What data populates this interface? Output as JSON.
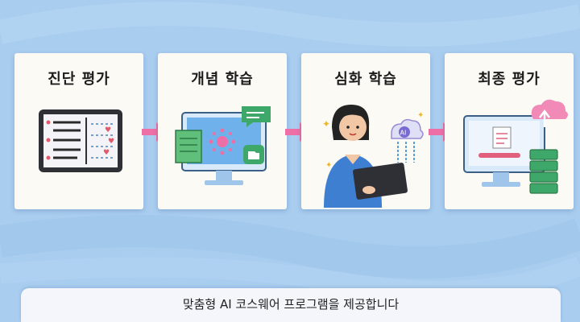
{
  "steps": [
    {
      "title": "진단 평가",
      "icon": "tablet-quiz-icon"
    },
    {
      "title": "개념 학습",
      "icon": "computer-lesson-icon"
    },
    {
      "title": "심화 학습",
      "icon": "student-tablet-ai-icon"
    },
    {
      "title": "최종 평가",
      "icon": "computer-cloud-upload-icon"
    }
  ],
  "caption": "맞춤형 AI 코스웨어 프로그램을 제공합니다",
  "ai_badge": "AI",
  "colors": {
    "background": "#a9cdef",
    "card": "#fbfaf4",
    "arrow": "#ee6fa6",
    "screen_blue": "#6fb1ea",
    "accent_green": "#3ea86a"
  }
}
